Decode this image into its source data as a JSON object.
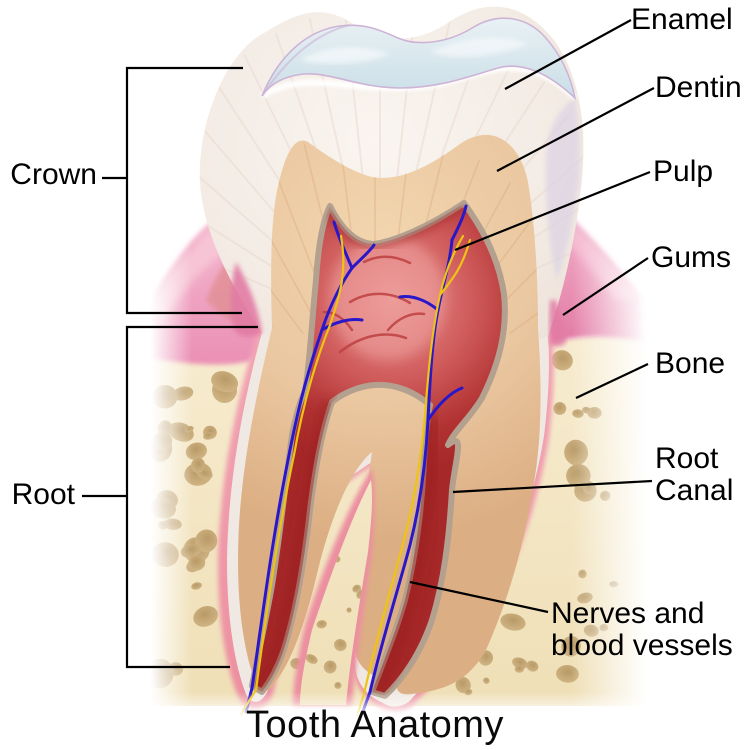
{
  "title": "Tooth Anatomy",
  "labels": {
    "enamel": "Enamel",
    "dentin": "Dentin",
    "pulp": "Pulp",
    "gums": "Gums",
    "bone": "Bone",
    "root_canal": "Root Canal",
    "nerves": "Nerves and blood vessels",
    "crown": "Crown",
    "root": "Root"
  },
  "colors": {
    "background": "#ffffff",
    "line": "#000000",
    "enamel_light": "#faf5f0",
    "enamel": "#f3ebe4",
    "enamel_shade": "#e8dbd2",
    "occlusal_cap_light": "#e8f1f4",
    "occlusal_cap": "#c9dde7",
    "cap_rim": "#c9aed4",
    "dentin_light": "#f2d5ae",
    "dentin": "#eac7a0",
    "dentin_deep": "#dcae83",
    "pulp_outline": "#b3a08f",
    "pulp_light": "#e89390",
    "pulp_mid": "#d05c5c",
    "pulp_dark": "#a62828",
    "canal_dark": "#981f1f",
    "vein_blue": "#2a18c8",
    "nerve_yellow": "#eec414",
    "artery_red": "#bf4040",
    "gum_light": "#f6bdd2",
    "gum": "#ef9dbd",
    "gum_deep": "#e27ba4",
    "gum_shadow": "#e29097",
    "ligament_light": "#f2a5b4",
    "ligament": "#ec8fa0",
    "bone_light": "#f7ecd0",
    "bone": "#efdfb6",
    "bone_hole": "#c7aa78",
    "bone_hole_dark": "#b79a68"
  }
}
